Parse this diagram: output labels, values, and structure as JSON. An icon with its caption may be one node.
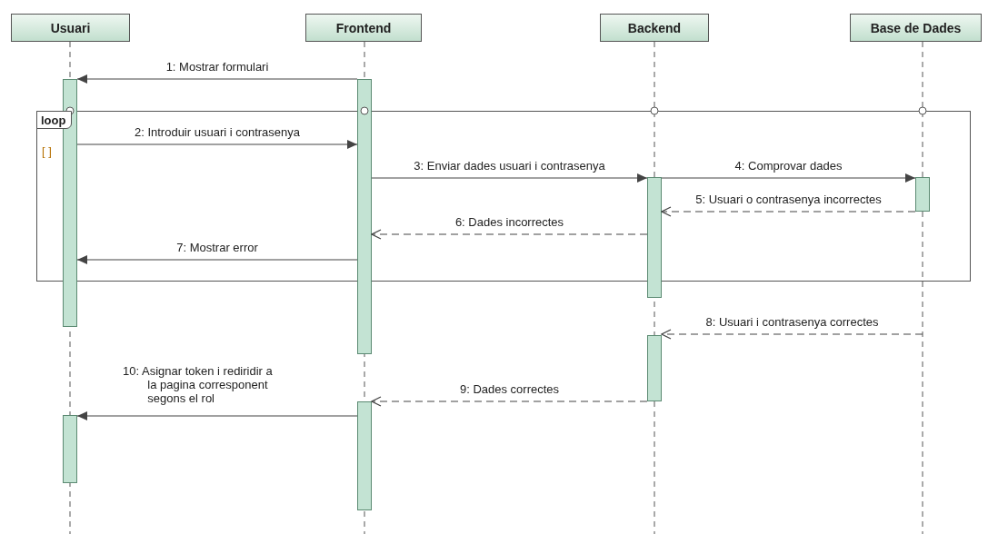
{
  "diagram": {
    "nodes": [
      {
        "text": [
          "Usuari"
        ]
      },
      {
        "text": [
          "Frontend"
        ]
      },
      {
        "text": [
          "Backend"
        ]
      },
      {
        "text": [
          "Base de Dades"
        ]
      },
      {
        "text": [
          "loop",
          "[ ]"
        ]
      },
      {
        "text": [],
        "shape": "bar"
      },
      {
        "text": [],
        "shape": "bar"
      },
      {
        "text": [],
        "shape": "bar"
      },
      {
        "text": [],
        "shape": "bar"
      },
      {
        "text": [],
        "shape": "bar"
      },
      {
        "text": [],
        "shape": "bar"
      },
      {
        "text": [],
        "shape": "bar",
        "in": 4
      }
    ],
    "edges": [
      {
        "from": 7,
        "to": 5,
        "arrow": "to",
        "label": "1: Mostrar formulari"
      },
      {
        "from": 5,
        "to": 7,
        "arrow": "to",
        "label": "2: Introduir usuari i contrasenya"
      },
      {
        "from": 7,
        "to": 9,
        "arrow": "to",
        "label": "3: Enviar dades usuari i contrasenya"
      },
      {
        "from": 9,
        "to": 11,
        "arrow": "to",
        "label": "4: Comprovar dades"
      },
      {
        "from": 11,
        "to": 9,
        "arrow": "to",
        "label": "5: Usuari o contrasenya incorrectes",
        "style": "dashed"
      },
      {
        "from": 9,
        "to": 7,
        "arrow": "to",
        "label": "6: Dades incorrectes",
        "style": "dashed"
      },
      {
        "from": 7,
        "to": 5,
        "arrow": "to",
        "label": "7: Mostrar error"
      },
      {
        "from": null,
        "to": 10,
        "arrow": "to",
        "label": "8: Usuari i contrasenya correctes",
        "style": "dashed"
      },
      {
        "from": 10,
        "to": 8,
        "arrow": "to",
        "label": "9: Dades correctes",
        "style": "dashed"
      },
      {
        "from": 8,
        "to": 6,
        "arrow": "to",
        "label": "10: Asignar token i rediridir a la pagina corresponent segons el rol"
      }
    ]
  }
}
